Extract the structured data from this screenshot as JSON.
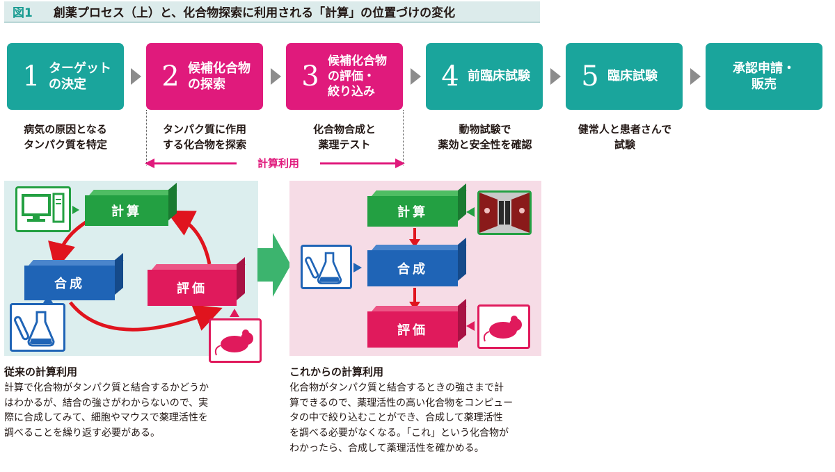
{
  "title": {
    "fig": "図1",
    "text": "創薬プロセス（上）と、化合物探索に利用される「計算」の位置づけの変化"
  },
  "stages": [
    {
      "num": "1",
      "label": "ターゲット\nの決定",
      "desc": "病気の原因となる\nタンパク質を特定"
    },
    {
      "num": "2",
      "label": "候補化合物\nの探索",
      "desc": "タンパク質に作用\nする化合物を探索"
    },
    {
      "num": "3",
      "label": "候補化合物\nの評価・\n絞り込み",
      "desc": "化合物合成と\n薬理テスト"
    },
    {
      "num": "4",
      "label": "前臨床試験",
      "desc": "動物試験で\n薬効と安全性を確認"
    },
    {
      "num": "5",
      "label": "臨床試験",
      "desc": "健常人と患者さんで\n試験"
    },
    {
      "num": "",
      "label": "承認申請・\n販売",
      "desc": ""
    }
  ],
  "calc_usage_label": "計算利用",
  "left_cycle": {
    "calc": "計算",
    "synth": "合成",
    "eval": "評価"
  },
  "right_flow": {
    "calc": "計算",
    "synth": "合成",
    "eval": "評価"
  },
  "sections": {
    "left_title": "従来の計算利用",
    "left_body": "計算で化合物がタンパク質と結合するかどうか\nはわかるが、結合の強さがわからないので、実\n際に合成してみて、細胞やマウスで薬理活性を\n調べることを繰り返す必要がある。",
    "right_title": "これからの計算利用",
    "right_body": "化合物がタンパク質と結合するときの強さまで計\n算できるので、薬理活性の高い化合物をコンピュー\nタの中で絞り込むことができ、合成して薬理活性\nを調べる必要がなくなる。「これ」という化合物が\nわかったら、合成して薬理活性を確かめる。"
  },
  "colors": {
    "teal": "#1aa59c",
    "pink": "#e01a7c",
    "green": "#23a042",
    "blue": "#1f64b6",
    "red": "#e01a5c"
  }
}
